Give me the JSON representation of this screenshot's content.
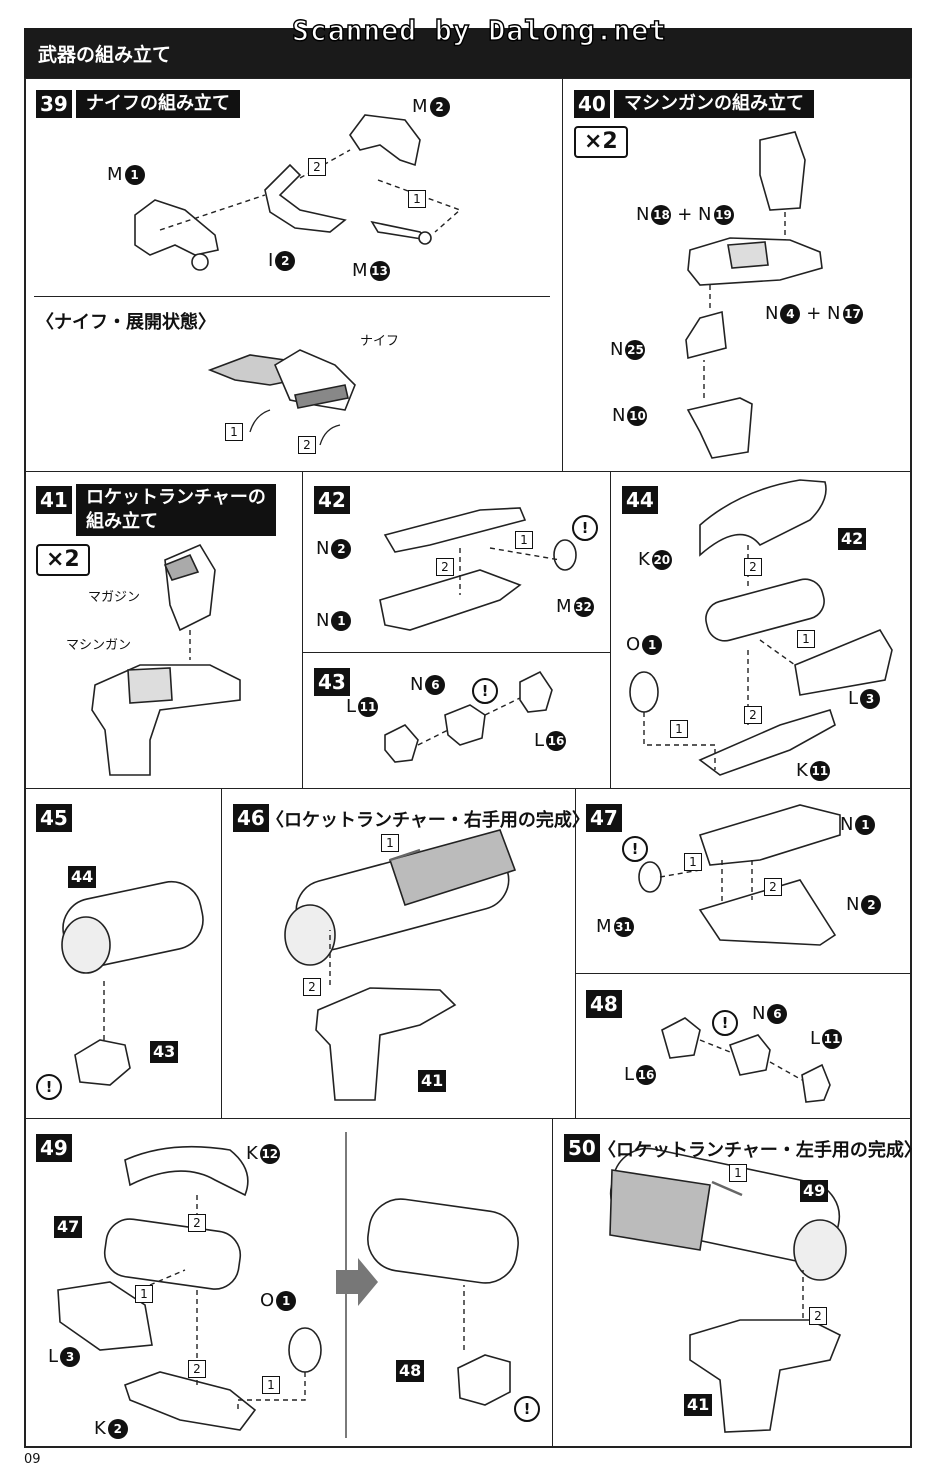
{
  "watermark": "Scanned by Dalong.net",
  "header": {
    "title": "武器の組み立て"
  },
  "page_number": "09",
  "multiplier": "×2",
  "steps": {
    "s39": {
      "num": "39",
      "title": "ナイフの組み立て",
      "subtitle": "〈ナイフ・展開状態〉",
      "callout": "ナイフ"
    },
    "s40": {
      "num": "40",
      "title": "マシンガンの組み立て"
    },
    "s41": {
      "num": "41",
      "title1": "ロケットランチャーの",
      "title2": "組み立て",
      "callout_magazine": "マガジン",
      "callout_gun": "マシンガン"
    },
    "s42": {
      "num": "42"
    },
    "s43": {
      "num": "43"
    },
    "s44": {
      "num": "44"
    },
    "s45": {
      "num": "45"
    },
    "s46": {
      "num": "46",
      "title": "〈ロケットランチャー・右手用の完成〉"
    },
    "s47": {
      "num": "47"
    },
    "s48": {
      "num": "48"
    },
    "s49": {
      "num": "49"
    },
    "s50": {
      "num": "50",
      "title": "〈ロケットランチャー・左手用の完成〉"
    }
  },
  "parts": {
    "M": "M",
    "I": "I",
    "N": "N",
    "K": "K",
    "L": "L",
    "O": "O",
    "plus": "+",
    "n1": "1",
    "n2": "2",
    "n3": "3",
    "n4": "4",
    "n6": "6",
    "n10": "10",
    "n11": "11",
    "n12": "12",
    "n13": "13",
    "n16": "16",
    "n17": "17",
    "n18": "18",
    "n19": "19",
    "n20": "20",
    "n25": "25",
    "n31": "31",
    "n32": "32"
  },
  "refs": {
    "r41": "41",
    "r42": "42",
    "r43": "43",
    "r44": "44",
    "r47": "47",
    "r48": "48",
    "r49": "49"
  },
  "seq": {
    "one": "1",
    "two": "2"
  },
  "warn": "!"
}
